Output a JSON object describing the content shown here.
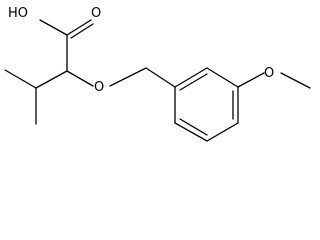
{
  "structure": {
    "atom_labels": {
      "hydroxyl": "HO",
      "carbonyl_oxygen": "O",
      "ether_oxygen": "O",
      "methoxy_oxygen": "O"
    },
    "colors": {
      "bond": "#000000",
      "label": "#000000",
      "background": "#ffffff"
    }
  }
}
